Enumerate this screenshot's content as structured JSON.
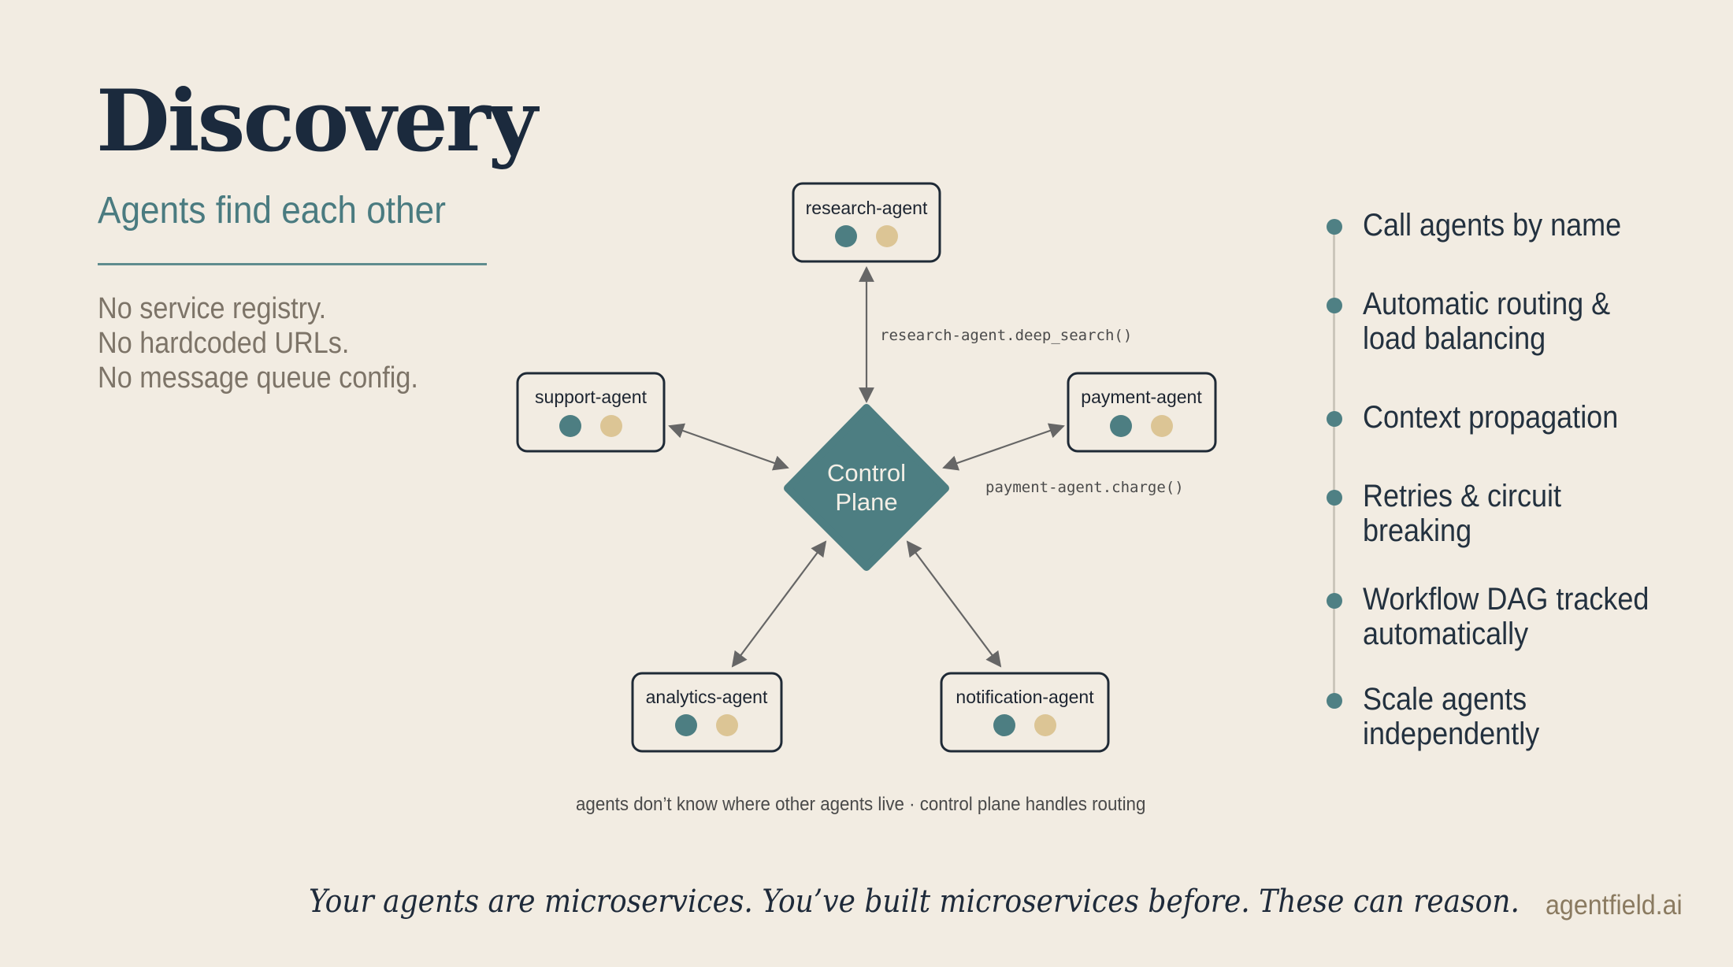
{
  "header": {
    "title": "Discovery",
    "subtitle": "Agents find each other"
  },
  "negations": [
    "No service registry.",
    "No hardcoded URLs.",
    "No message queue config."
  ],
  "diagram": {
    "center_line1": "Control",
    "center_line2": "Plane",
    "agents": [
      {
        "label": "research-agent"
      },
      {
        "label": "support-agent"
      },
      {
        "label": "payment-agent"
      },
      {
        "label": "analytics-agent"
      },
      {
        "label": "notification-agent"
      }
    ],
    "calls": [
      "research-agent.deep_search()",
      "payment-agent.charge()"
    ],
    "caption": "agents don’t know where other agents live · control plane handles routing",
    "colors": {
      "teal": "#4d7e82",
      "sand": "#dcc595",
      "border": "#1f2a36"
    }
  },
  "features": [
    {
      "line1": "Call agents by name",
      "line2": ""
    },
    {
      "line1": "Automatic routing &",
      "line2": "load balancing"
    },
    {
      "line1": "Context propagation",
      "line2": ""
    },
    {
      "line1": "Retries & circuit",
      "line2": "breaking"
    },
    {
      "line1": "Workflow DAG tracked",
      "line2": "automatically"
    },
    {
      "line1": "Scale agents",
      "line2": "independently"
    }
  ],
  "footer": {
    "tagline": "Your agents are microservices. You’ve built microservices before. These can reason.",
    "brand": "agentfield.ai"
  }
}
